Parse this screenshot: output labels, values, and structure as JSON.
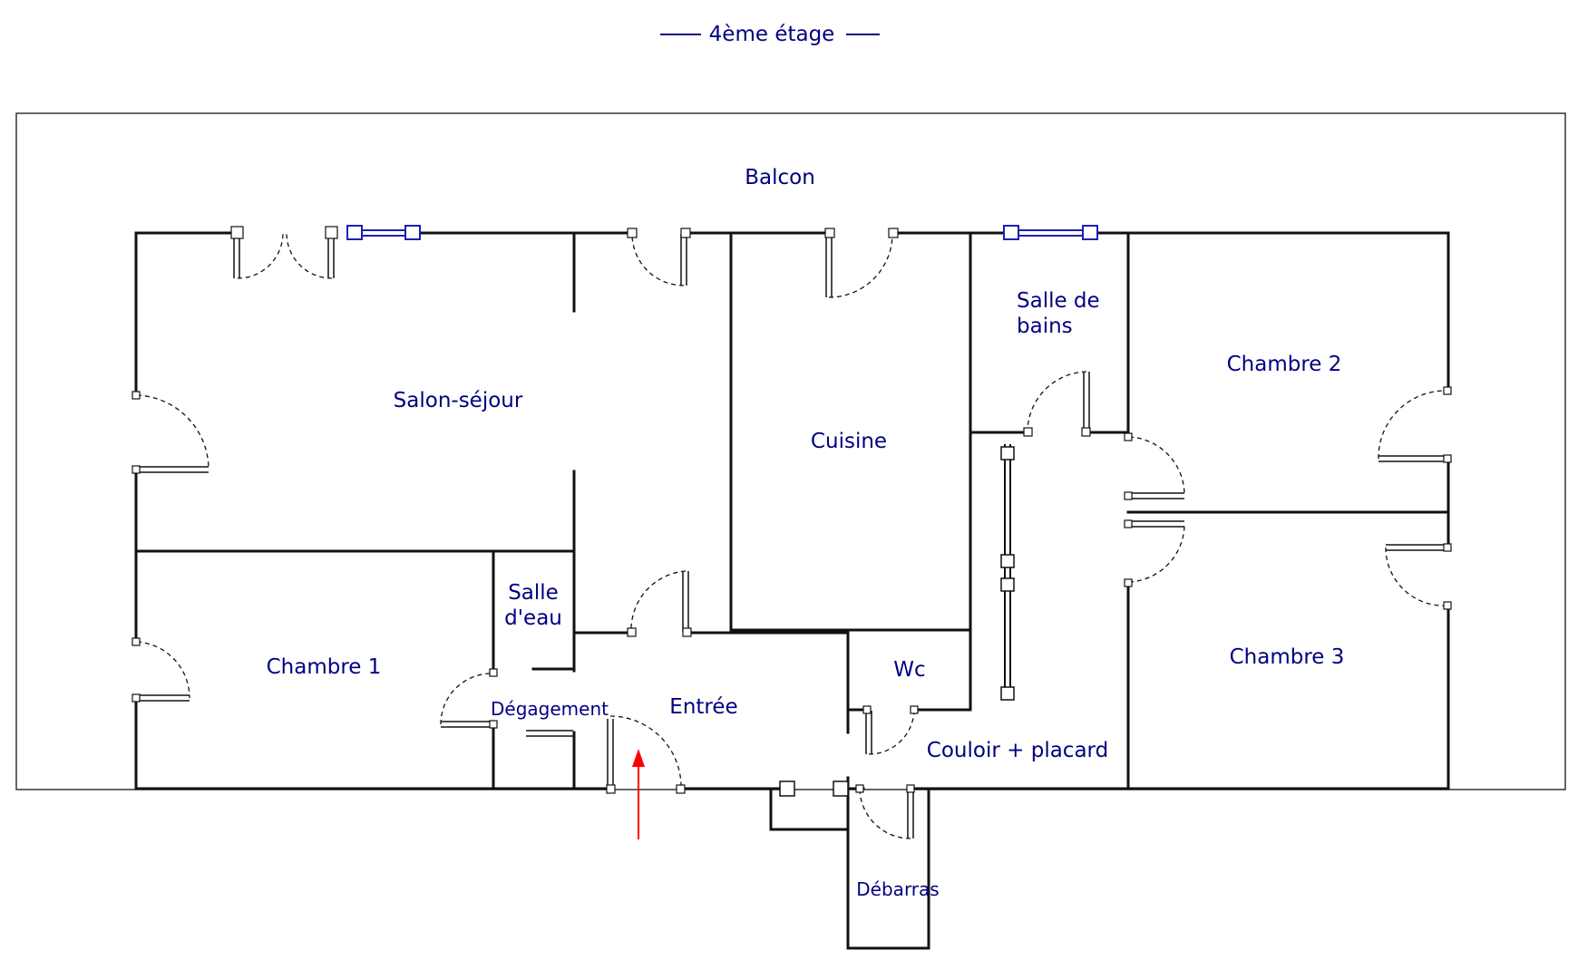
{
  "title": "4ème étage",
  "colors": {
    "label": "#000080",
    "wall": "#111111",
    "window": "#1f1fb4",
    "entry_arrow": "#ff0000"
  },
  "rooms": {
    "balcon": "Balcon",
    "salon": "Salon-séjour",
    "cuisine": "Cuisine",
    "salle_de_bains_1": "Salle de",
    "salle_de_bains_2": "bains",
    "chambre_2": "Chambre 2",
    "chambre_3": "Chambre 3",
    "chambre_1": "Chambre 1",
    "salle_eau_1": "Salle",
    "salle_eau_2": "d'eau",
    "degagement": "Dégagement",
    "entree": "Entrée",
    "wc": "Wc",
    "couloir": "Couloir + placard",
    "debarras": "Débarras"
  }
}
